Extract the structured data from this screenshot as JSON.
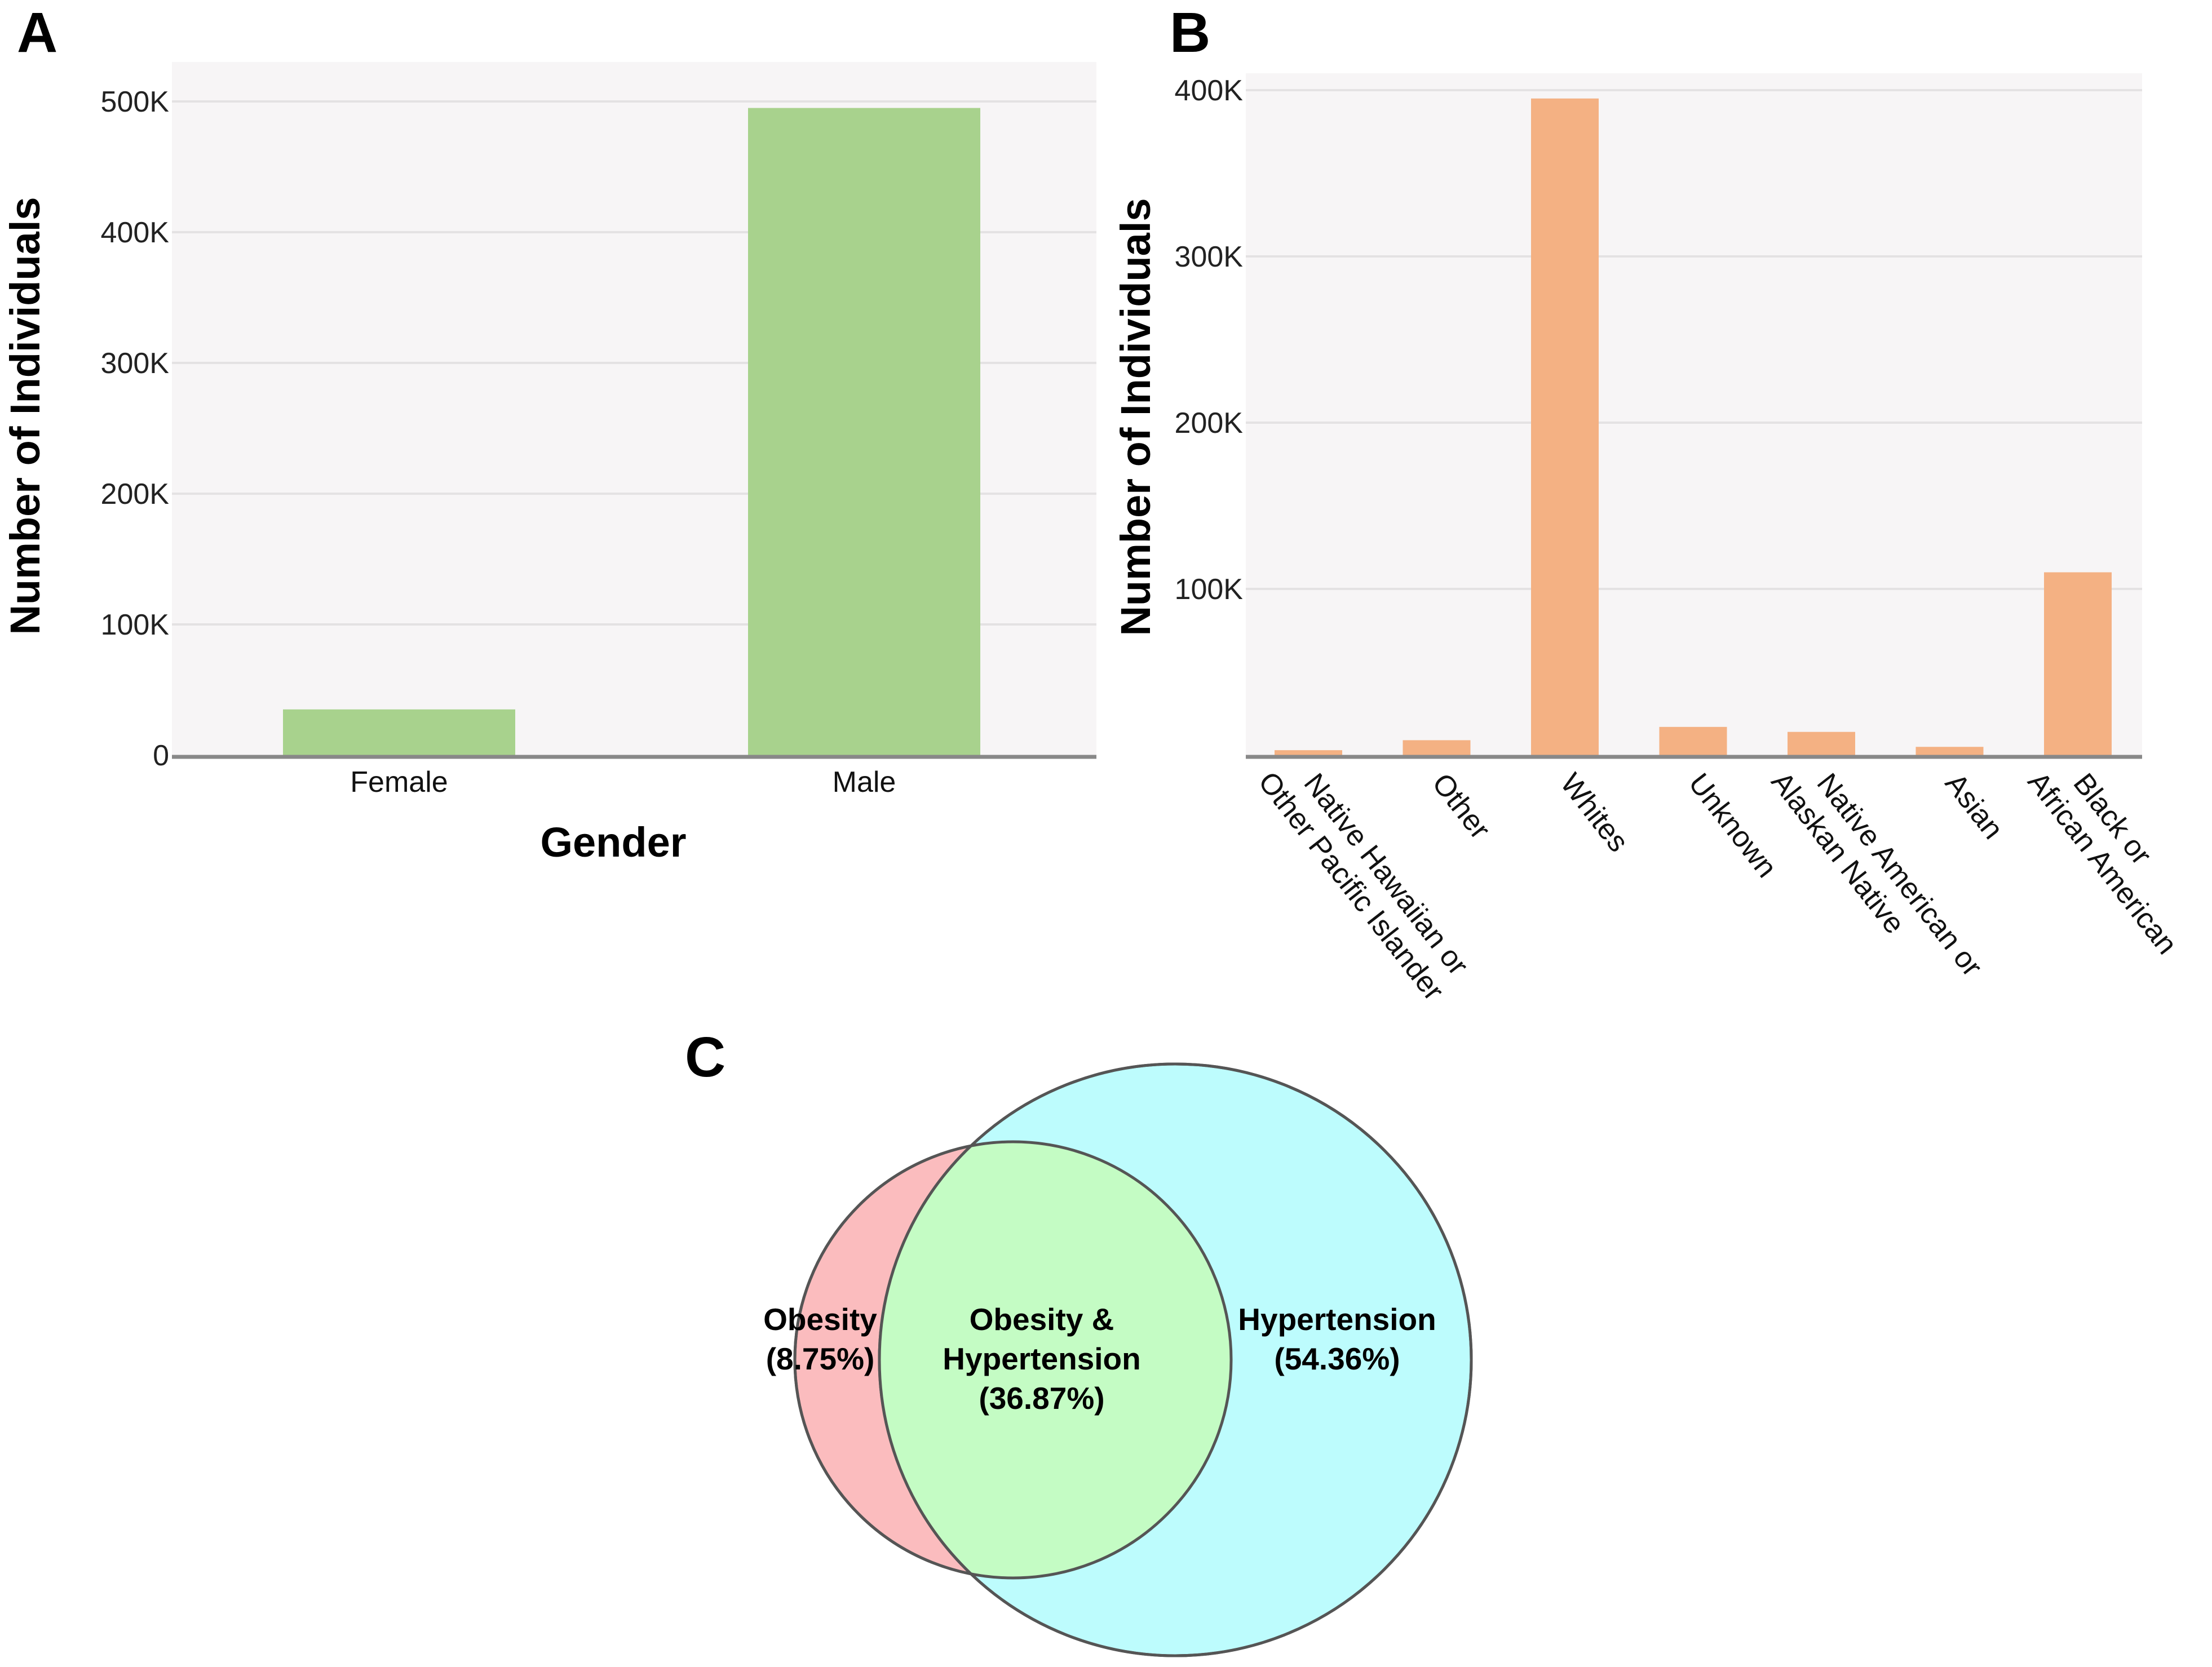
{
  "panels": {
    "a": {
      "letter": "A",
      "chart_data": {
        "type": "bar",
        "categories": [
          "Female",
          "Male"
        ],
        "values": [
          35000,
          495000
        ],
        "xlabel": "Gender",
        "ylabel": "Number of Individuals",
        "ylim": [
          0,
          500000
        ],
        "yticks": [
          0,
          100000,
          200000,
          300000,
          400000,
          500000
        ],
        "ytick_labels": [
          "0",
          "100K",
          "200K",
          "300K",
          "400K",
          "500K"
        ],
        "grid": true,
        "bar_color": "#a8d28d"
      }
    },
    "b": {
      "letter": "B",
      "chart_data": {
        "type": "bar",
        "categories": [
          [
            "Native Hawaiian or",
            "Other Pacific Islander"
          ],
          [
            "Other"
          ],
          [
            "Whites"
          ],
          [
            "Unknown"
          ],
          [
            "Native American or",
            "Alaskan Native"
          ],
          [
            "Asian"
          ],
          [
            "Black or",
            "African American"
          ]
        ],
        "values": [
          3000,
          9000,
          395000,
          17000,
          14000,
          5000,
          110000
        ],
        "ylabel": "Number of Individuals",
        "ylim": [
          0,
          400000
        ],
        "yticks": [
          100000,
          200000,
          300000,
          400000
        ],
        "ytick_labels": [
          "100K",
          "200K",
          "300K",
          "400K"
        ],
        "grid": true,
        "bar_color": "#f4b183"
      }
    },
    "c": {
      "letter": "C",
      "venn": {
        "sets": [
          {
            "id": "obesity",
            "lines": [
              "Obesity",
              "(8.75%)"
            ],
            "color": "#fbbcbe"
          },
          {
            "id": "hypertension",
            "lines": [
              "Hypertension",
              "(54.36%)"
            ],
            "color": "#bdfcfd"
          }
        ],
        "intersection": {
          "lines": [
            "Obesity &",
            "Hypertension",
            "(36.87%)"
          ],
          "color": "#c4fcc4"
        }
      }
    }
  }
}
